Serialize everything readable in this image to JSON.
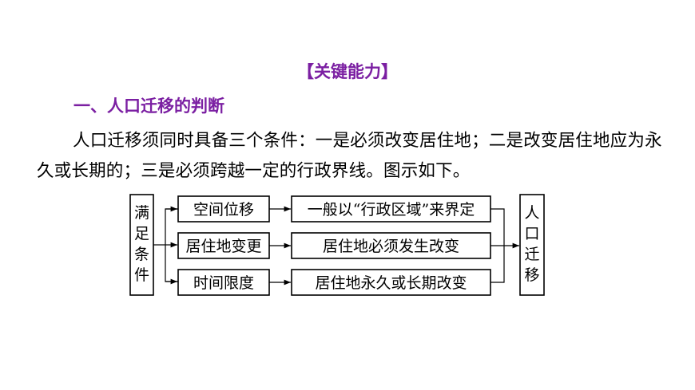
{
  "heading": "【关键能力】",
  "section_title": "一、人口迁移的判断",
  "paragraph": "人口迁移须同时具备三个条件：一是必须改变居住地；二是改变居住地应为永久或长期的；三是必须跨越一定的行政界线。图示如下。",
  "diagram": {
    "left_label": [
      "满",
      "足",
      "条",
      "件"
    ],
    "conditions": [
      "空间位移",
      "居住地变更",
      "时间限度"
    ],
    "details": [
      "一般以“行政区域”来界定",
      "居住地必须发生改变",
      "居住地永久或长期改变"
    ],
    "right_label": [
      "人",
      "口",
      "迁",
      "移"
    ]
  }
}
